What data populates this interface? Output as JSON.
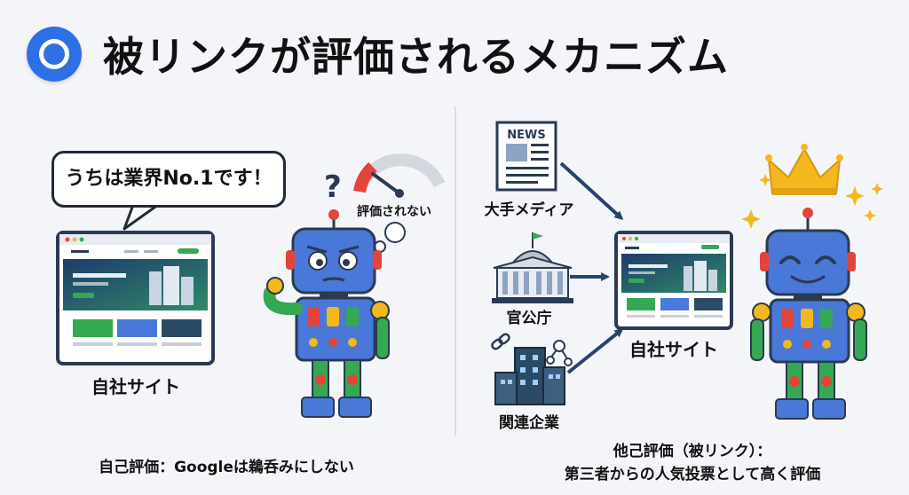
{
  "title": "被リンクが評価されるメカニズム",
  "left": {
    "speech_bubble": "うちは業界No.1です！",
    "site_label": "自社サイト",
    "robot_note": "評価されない",
    "question_mark": "?",
    "caption": "自己評価：Googleは鵜呑みにしない"
  },
  "right": {
    "sources": [
      {
        "label": "大手メディア",
        "icon": "newspaper-icon",
        "badge": "NEWS"
      },
      {
        "label": "官公庁",
        "icon": "government-building-icon"
      },
      {
        "label": "関連企業",
        "icon": "office-building-icon"
      }
    ],
    "site_label": "自社サイト",
    "caption_line1": "他己評価（被リンク）：",
    "caption_line2": "第三者からの人気投票として高く評価"
  },
  "colors": {
    "accent_blue": "#2f6fe4",
    "robot_blue": "#4a78d8",
    "arrow": "#27446e",
    "gauge_red": "#e2443a",
    "crown_gold": "#f5b81c",
    "site_green": "#2e8b57"
  }
}
